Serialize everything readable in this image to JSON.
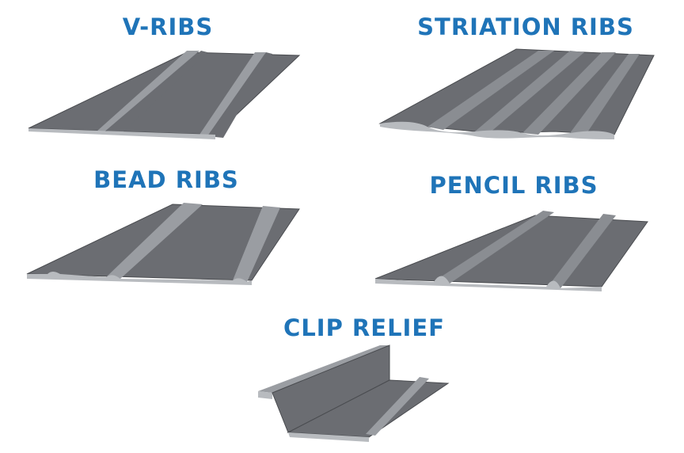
{
  "colors": {
    "label": "#1f74b8",
    "panel_face": "#6b6d72",
    "panel_dark": "#55575c",
    "panel_light": "#9a9da2",
    "panel_edge": "#b8bbbf",
    "panel_stroke": "#4a4c50"
  },
  "panels": {
    "v_ribs": {
      "label": "V-RIBS"
    },
    "striation_ribs": {
      "label": "STRIATION RIBS"
    },
    "bead_ribs": {
      "label": "BEAD RIBS"
    },
    "pencil_ribs": {
      "label": "PENCIL RIBS"
    },
    "clip_relief": {
      "label": "CLIP RELIEF"
    }
  }
}
